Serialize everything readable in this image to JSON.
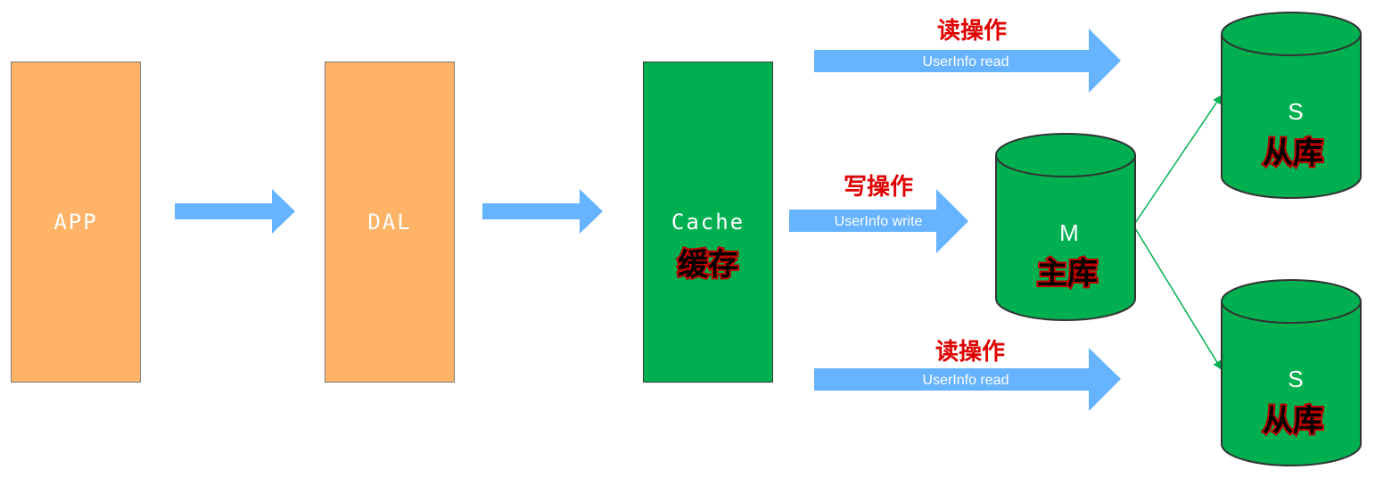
{
  "nodes": {
    "app": {
      "label": "APP"
    },
    "dal": {
      "label": "DAL"
    },
    "cache": {
      "label": "Cache",
      "sublabel": "缓存"
    },
    "master": {
      "letter": "M",
      "label": "主库"
    },
    "slave_top": {
      "letter": "S",
      "label": "从库"
    },
    "slave_bottom": {
      "letter": "S",
      "label": "从库"
    }
  },
  "arrows": {
    "read_top": {
      "title": "读操作",
      "text": "UserInfo read"
    },
    "write": {
      "title": "写操作",
      "text": "UserInfo write"
    },
    "read_bottom": {
      "title": "读操作",
      "text": "UserInfo read"
    }
  },
  "colors": {
    "app_fill": "#ffb366",
    "cache_fill": "#00b050",
    "arrow_fill": "#66b3ff",
    "replication_line": "#00b050",
    "label_red": "#e00000"
  }
}
